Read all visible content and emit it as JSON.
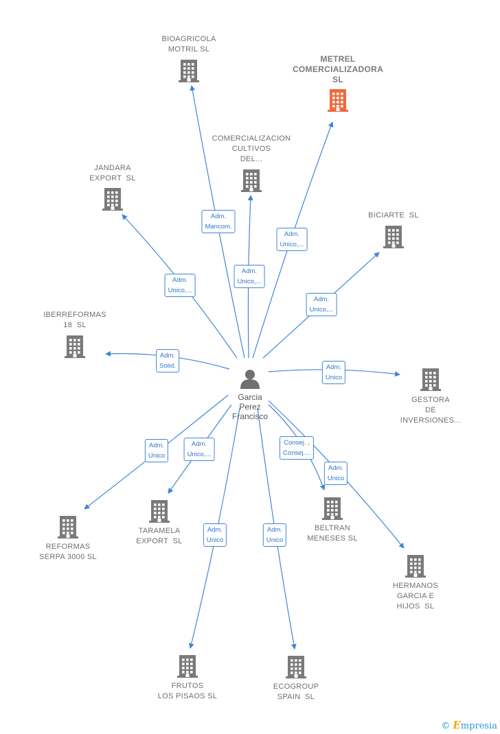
{
  "colors": {
    "edge": "#3f86d8",
    "building": "#7a7a7a",
    "highlight": "#f26a3b",
    "person": "#707070"
  },
  "person": {
    "name": "Garcia\nPerez\nFrancisco",
    "icon": "person-icon"
  },
  "companies": [
    {
      "id": "bioagricola",
      "label": "BIOAGRICOLA\nMOTRIL SL",
      "icon": "building-icon"
    },
    {
      "id": "metrel",
      "label": "METREL\nCOMERCIALIZADORA\nSL",
      "icon": "building-icon",
      "highlight": true
    },
    {
      "id": "comercializacion",
      "label": "COMERCIALIZACION\nCULTIVOS\nDEL...",
      "icon": "building-icon"
    },
    {
      "id": "jandara",
      "label": "JANDARA\nEXPORT  SL",
      "icon": "building-icon"
    },
    {
      "id": "biciarte",
      "label": "BICIARTE  SL",
      "icon": "building-icon"
    },
    {
      "id": "iberreformas",
      "label": "IBERREFORMAS\n18  SL",
      "icon": "building-icon"
    },
    {
      "id": "gestora",
      "label": "GESTORA\nDE\nINVERSIONES...",
      "icon": "building-icon"
    },
    {
      "id": "reformas",
      "label": "REFORMAS\nSERPA 3000 SL",
      "icon": "building-icon"
    },
    {
      "id": "taramela",
      "label": "TARAMELA\nEXPORT  SL",
      "icon": "building-icon"
    },
    {
      "id": "beltran",
      "label": "BELTRAN\nMENESES SL",
      "icon": "building-icon"
    },
    {
      "id": "hermanos",
      "label": "HERMANOS\nGARCIA E\nHIJOS  SL",
      "icon": "building-icon"
    },
    {
      "id": "frutos",
      "label": "FRUTOS\nLOS PISAOS SL",
      "icon": "building-icon"
    },
    {
      "id": "ecogroup",
      "label": "ECOGROUP\nSPAIN  SL",
      "icon": "building-icon"
    }
  ],
  "relations": [
    {
      "to": "bioagricola",
      "label": "Adm.\nMancom."
    },
    {
      "to": "metrel",
      "label": "Adm.\nUnico,..."
    },
    {
      "to": "comercializacion",
      "label": "Adm.\nUnico,..."
    },
    {
      "to": "jandara",
      "label": "Adm.\nUnico,..."
    },
    {
      "to": "biciarte",
      "label": "Adm.\nUnico,..."
    },
    {
      "to": "iberreformas",
      "label": "Adm.\nSolid."
    },
    {
      "to": "gestora",
      "label": "Adm.\nUnico"
    },
    {
      "to": "reformas",
      "label": "Adm.\nUnico"
    },
    {
      "to": "taramela",
      "label": "Adm.\nUnico,..."
    },
    {
      "to": "beltran",
      "label": "Consej. ,\nConsej...."
    },
    {
      "to": "hermanos",
      "label": "Adm.\nUnico"
    },
    {
      "to": "frutos",
      "label": "Adm.\nUnico"
    },
    {
      "to": "ecogroup",
      "label": "Adm.\nUnico"
    }
  ],
  "watermark": {
    "copyright": "©",
    "brand_initial": "E",
    "brand_rest": "mpresia"
  }
}
